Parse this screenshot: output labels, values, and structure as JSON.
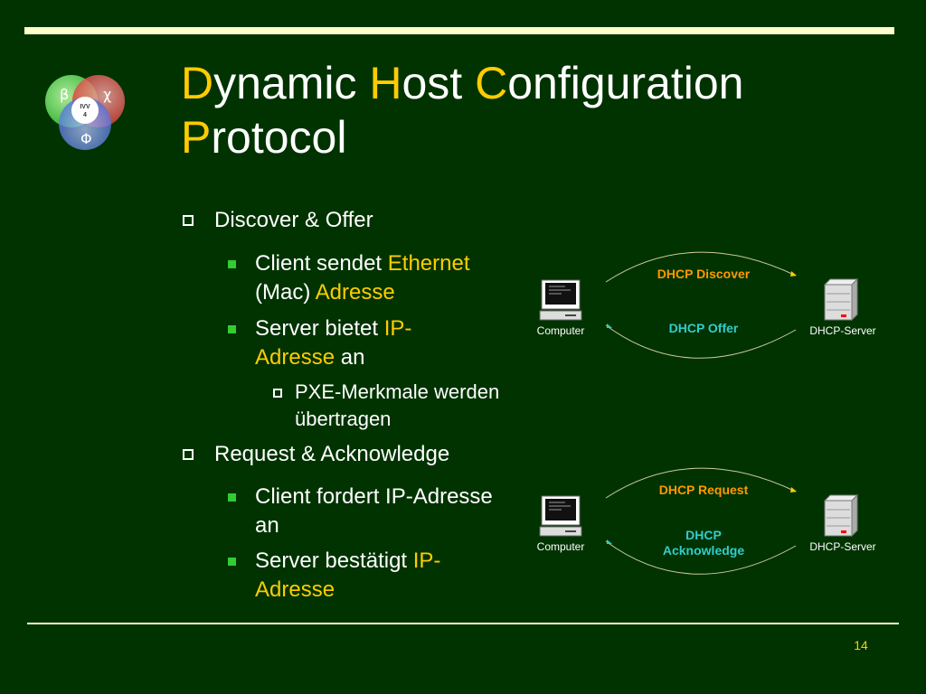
{
  "logo": {
    "letters": [
      "β",
      "χ",
      "Φ"
    ],
    "badge": "IVV 4"
  },
  "title": {
    "line1": [
      {
        "cap": "D",
        "rest": "ynamic "
      },
      {
        "cap": "H",
        "rest": "ost "
      },
      {
        "cap": "C",
        "rest": "onfiguration"
      }
    ],
    "line2": {
      "cap": "P",
      "rest": "rotocol"
    }
  },
  "bullets": {
    "discover": "Discover & Offer",
    "client_sends": {
      "a": "Client sendet ",
      "b": "Ethernet",
      "c": "(Mac) ",
      "d": "Adresse"
    },
    "server_offers": {
      "a": "Server bietet ",
      "b": "IP-",
      "c": "Adresse",
      "d": " an"
    },
    "pxe": "PXE-Merkmale werden übertragen",
    "request": "Request & Acknowledge",
    "client_requests": "Client fordert IP-Adresse an",
    "server_confirms": {
      "a": "Server bestätigt ",
      "b": "IP-Adresse"
    }
  },
  "diagrams": [
    {
      "computer": "Computer",
      "server": "DHCP-Server",
      "outgoing": "DHCP Discover",
      "incoming": "DHCP Offer"
    },
    {
      "computer": "Computer",
      "server": "DHCP-Server",
      "outgoing": "DHCP Request",
      "incoming": "DHCP Acknowledge"
    }
  ],
  "colors": {
    "background": "#003300",
    "accent": "#ffcc00",
    "rule": "#ffffcc",
    "outgoing": "#ff9900",
    "incoming": "#33cccc"
  },
  "page_number": "14"
}
